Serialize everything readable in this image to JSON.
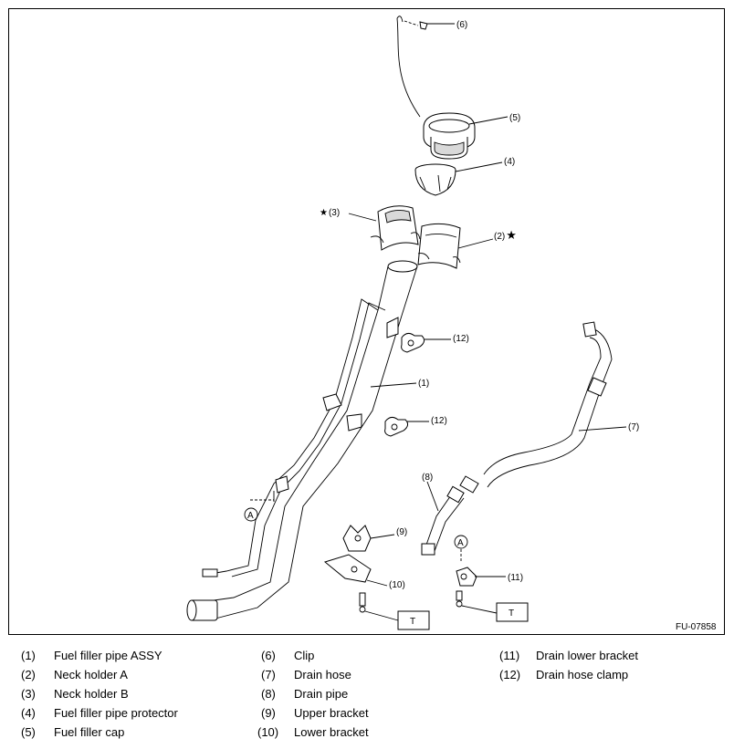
{
  "figure": {
    "code": "FU-07858",
    "callouts": {
      "c6": "(6)",
      "c5": "(5)",
      "c4": "(4)",
      "c3": "(3)",
      "c2": "(2)",
      "c12a": "(12)",
      "c12b": "(12)",
      "c1": "(1)",
      "c7": "(7)",
      "c8": "(8)",
      "c9": "(9)",
      "c10": "(10)",
      "c11": "(11)",
      "star": "★",
      "markerA1": "A",
      "markerA2": "A",
      "boxT1": "T",
      "boxT2": "T"
    }
  },
  "legend": {
    "col1": [
      {
        "num": "(1)",
        "label": "Fuel filler pipe ASSY"
      },
      {
        "num": "(2)",
        "label": "Neck holder A"
      },
      {
        "num": "(3)",
        "label": "Neck holder B"
      },
      {
        "num": "(4)",
        "label": "Fuel filler pipe protector"
      },
      {
        "num": "(5)",
        "label": "Fuel filler cap"
      }
    ],
    "col2": [
      {
        "num": "(6)",
        "label": "Clip"
      },
      {
        "num": "(7)",
        "label": "Drain hose"
      },
      {
        "num": "(8)",
        "label": "Drain pipe"
      },
      {
        "num": "(9)",
        "label": "Upper bracket"
      },
      {
        "num": "(10)",
        "label": "Lower bracket"
      }
    ],
    "col3": [
      {
        "num": "(11)",
        "label": "Drain lower bracket"
      },
      {
        "num": "(12)",
        "label": "Drain hose clamp"
      }
    ]
  }
}
